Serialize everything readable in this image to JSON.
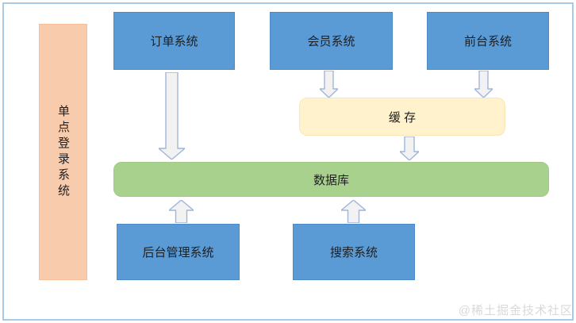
{
  "diagram": {
    "type": "architecture-flowchart",
    "nodes": {
      "sso": {
        "label": "单点登录系统",
        "color": "#F8CBAD"
      },
      "order": {
        "label": "订单系统",
        "color": "#5B9BD5"
      },
      "member": {
        "label": "会员系统",
        "color": "#5B9BD5"
      },
      "front": {
        "label": "前台系统",
        "color": "#5B9BD5"
      },
      "cache": {
        "label": "缓 存",
        "color": "#FFF2CC"
      },
      "database": {
        "label": "数据库",
        "color": "#A9D18E"
      },
      "admin": {
        "label": "后台管理系统",
        "color": "#5B9BD5"
      },
      "search": {
        "label": "搜索系统",
        "color": "#5B9BD5"
      }
    },
    "edges": [
      {
        "from": "order",
        "to": "database",
        "direction": "down"
      },
      {
        "from": "member",
        "to": "cache",
        "direction": "down"
      },
      {
        "from": "front",
        "to": "cache",
        "direction": "down"
      },
      {
        "from": "cache",
        "to": "database",
        "direction": "down"
      },
      {
        "from": "admin",
        "to": "database",
        "direction": "up"
      },
      {
        "from": "search",
        "to": "database",
        "direction": "up"
      }
    ],
    "colors": {
      "frame_border": "#A8CBE8",
      "arrow_fill": "#F2F2F2",
      "arrow_stroke": "#9FB6D9",
      "text": "#1F1F1F"
    }
  },
  "watermark": {
    "text": "@稀土掘金技术社区"
  }
}
